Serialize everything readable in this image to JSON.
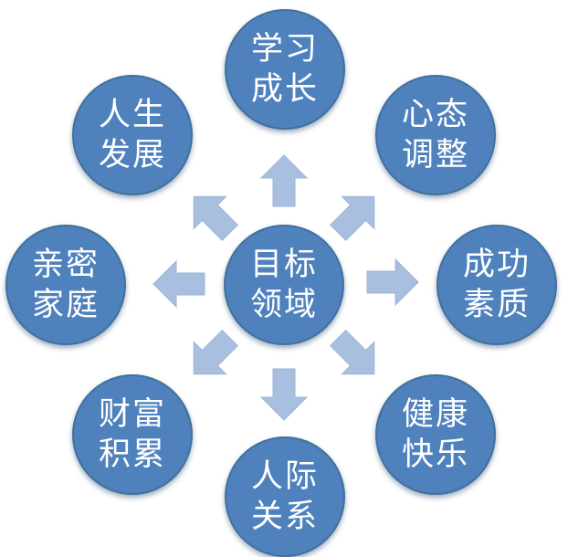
{
  "center": {
    "line1": "目标",
    "line2": "领域"
  },
  "nodes": [
    {
      "id": "learning",
      "line1": "学习",
      "line2": "成长"
    },
    {
      "id": "mindset",
      "line1": "心态",
      "line2": "调整"
    },
    {
      "id": "success",
      "line1": "成功",
      "line2": "素质"
    },
    {
      "id": "health",
      "line1": "健康",
      "line2": "快乐"
    },
    {
      "id": "relations",
      "line1": "人际",
      "line2": "关系"
    },
    {
      "id": "wealth",
      "line1": "财富",
      "line2": "积累"
    },
    {
      "id": "family",
      "line1": "亲密",
      "line2": "家庭"
    },
    {
      "id": "life",
      "line1": "人生",
      "line2": "发展"
    }
  ],
  "colors": {
    "circle_fill": "#4f81bd",
    "circle_border": "#41719c",
    "arrow_fill": "#a8bfdf",
    "text": "#ffffff"
  }
}
